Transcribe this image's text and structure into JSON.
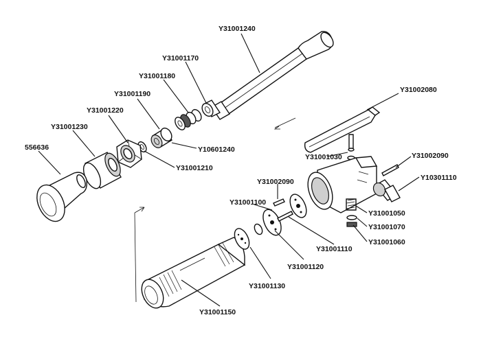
{
  "parts": {
    "p556636": "556636",
    "p31001230": "Y31001230",
    "p31001220": "Y31001220",
    "p31001190": "Y31001190",
    "p31001180": "Y31001180",
    "p31001170": "Y31001170",
    "p31001240": "Y31001240",
    "p10601240": "Y10601240",
    "p31001210": "Y31001210",
    "p31002080": "Y31002080",
    "p31001030": "Y31001030",
    "p31002090a": "Y31002090",
    "p10301110": "Y10301110",
    "p31002090b": "Y31002090",
    "p31001100": "Y31001100",
    "p31001050": "Y31001050",
    "p31001070": "Y31001070",
    "p31001060": "Y31001060",
    "p31001110": "Y31001110",
    "p31001120": "Y31001120",
    "p31001130": "Y31001130",
    "p31001150": "Y31001150"
  }
}
